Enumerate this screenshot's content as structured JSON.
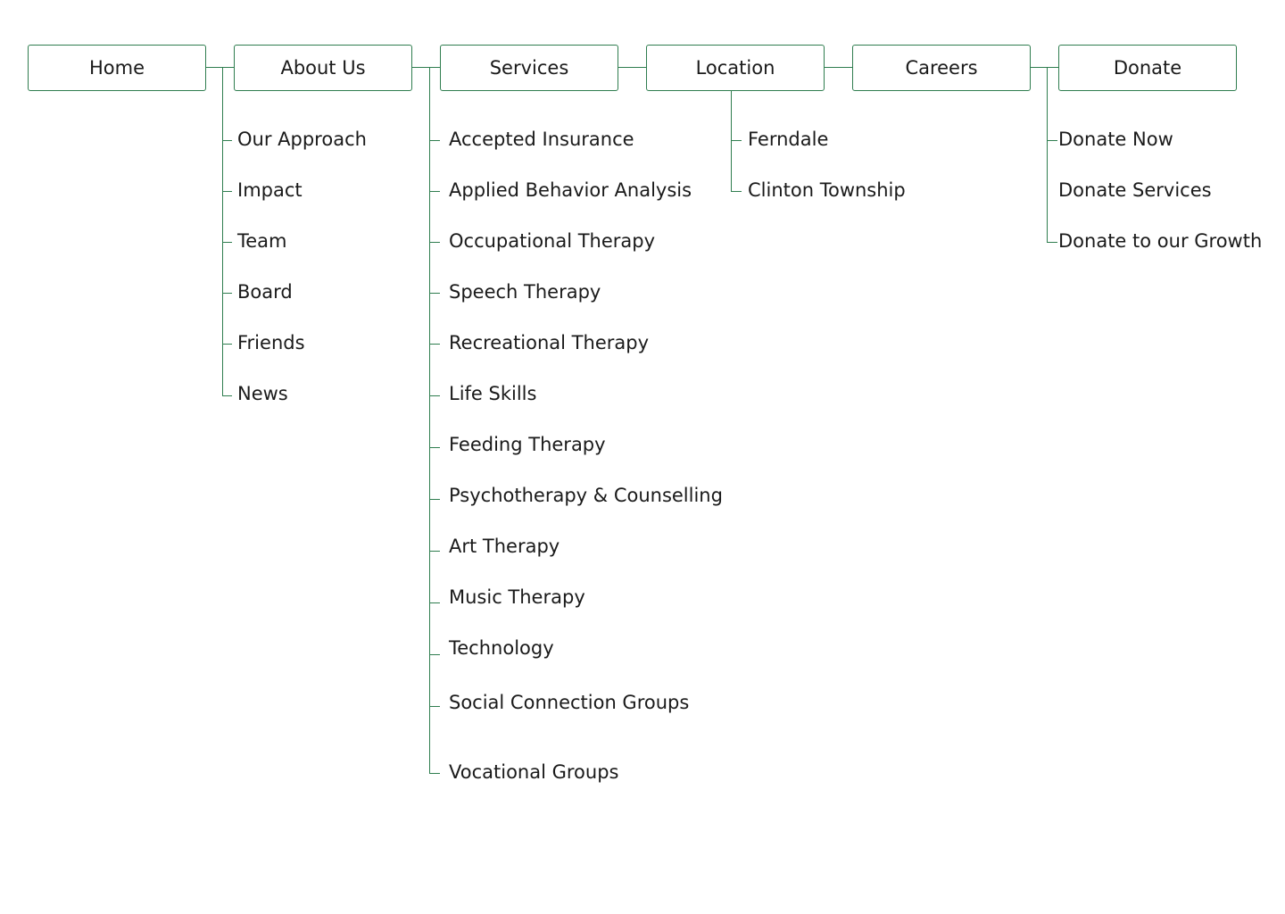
{
  "sitemap": {
    "line_color": "#2f7d4f",
    "text_color": "#1a1a1a",
    "nodes": [
      {
        "label": "Home",
        "children": []
      },
      {
        "label": "About Us",
        "children": [
          "Our Approach",
          "Impact",
          "Team",
          "Board",
          "Friends",
          "News"
        ]
      },
      {
        "label": "Services",
        "children": [
          "Accepted Insurance",
          "Applied Behavior Analysis",
          "Occupational Therapy",
          "Speech Therapy",
          "Recreational Therapy",
          "Life Skills",
          "Feeding Therapy",
          "Psychotherapy & Counselling",
          "Art Therapy",
          "Music Therapy",
          "Technology",
          "Social Connection Groups",
          "Vocational Groups"
        ]
      },
      {
        "label": "Location",
        "children": [
          "Ferndale",
          "Clinton Township"
        ]
      },
      {
        "label": "Careers",
        "children": []
      },
      {
        "label": "Donate",
        "children": [
          "Donate Now",
          "Donate Services",
          "Donate to our Growth"
        ]
      }
    ]
  }
}
